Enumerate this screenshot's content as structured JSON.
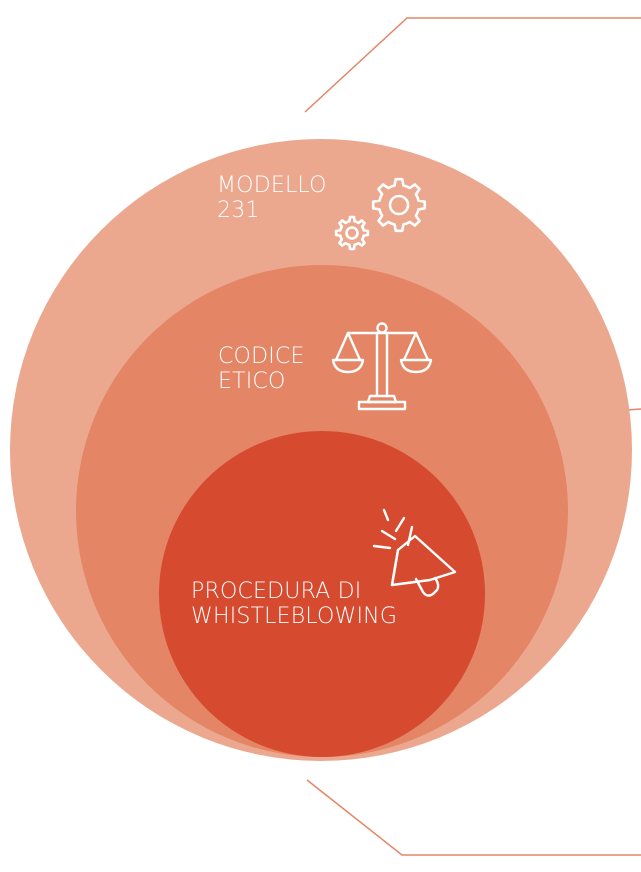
{
  "colors": {
    "outer_circle": "#EBA88E",
    "middle_circle": "#E48566",
    "inner_circle": "#D64A2F",
    "connector_lines": "#E48566",
    "text": "#FFFFFF",
    "icon_stroke": "#FFFFFF"
  },
  "diagram": {
    "outer": {
      "label_line1": "MODELLO",
      "label_line2": "231",
      "icon": "gears-icon"
    },
    "middle": {
      "label_line1": "CODICE",
      "label_line2": "ETICO",
      "icon": "scales-icon"
    },
    "inner": {
      "label_line1": "PROCEDURA DI",
      "label_line2": "WHISTLEBLOWING",
      "icon": "megaphone-icon"
    }
  }
}
